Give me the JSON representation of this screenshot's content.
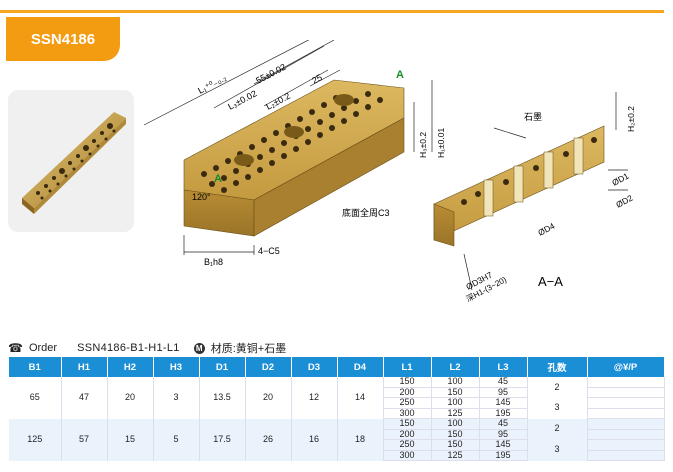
{
  "header": {
    "tab_label": "SSN4186"
  },
  "drawing": {
    "dims": {
      "l1": "L₁⁺⁰₋₀.₂",
      "l3": "L₃±0.02",
      "d55": "55±0.02",
      "l2": "L₂±0.2",
      "d25": "25",
      "a_top": "A",
      "a_left": "A",
      "h3": "H₃±0.2",
      "h1": "H₁±0.01",
      "angle": "120°",
      "b1": "B₁h8",
      "chamfer": "4−C5",
      "bottom": "底面全周C3",
      "graphite": "石墨",
      "h2": "H₂±0.2",
      "d1": "ØD1",
      "d2": "ØD2",
      "d4": "ØD4",
      "d3": "ØD3H7",
      "depth": "深H1-(3~20)",
      "section": "A−A"
    }
  },
  "order": {
    "label": "Order",
    "code": "SSN4186-B1-H1-L1",
    "material_badge": "M",
    "material": "材质:黄铜+石墨"
  },
  "table": {
    "headers": [
      "B1",
      "H1",
      "H2",
      "H3",
      "D1",
      "D2",
      "D3",
      "D4",
      "L1",
      "L2",
      "L3",
      "孔数",
      "@¥/P"
    ],
    "groups": [
      {
        "b1": "65",
        "h1": "47",
        "h2": "20",
        "h3": "3",
        "d1": "13.5",
        "d2": "20",
        "d3": "12",
        "d4": "14",
        "rows": [
          {
            "l1": "150",
            "l2": "100",
            "l3": "45"
          },
          {
            "l1": "200",
            "l2": "150",
            "l3": "95"
          },
          {
            "l1": "250",
            "l2": "100",
            "l3": "145"
          },
          {
            "l1": "300",
            "l2": "125",
            "l3": "195"
          }
        ],
        "holes": [
          "2",
          "3"
        ]
      },
      {
        "b1": "125",
        "h1": "57",
        "h2": "15",
        "h3": "5",
        "d1": "17.5",
        "d2": "26",
        "d3": "16",
        "d4": "18",
        "rows": [
          {
            "l1": "150",
            "l2": "100",
            "l3": "45"
          },
          {
            "l1": "200",
            "l2": "150",
            "l3": "95"
          },
          {
            "l1": "250",
            "l2": "150",
            "l3": "145"
          },
          {
            "l1": "300",
            "l2": "125",
            "l3": "195"
          }
        ],
        "holes": [
          "2",
          "3"
        ]
      }
    ]
  },
  "colors": {
    "accent": "#f39c12",
    "header_bg": "#1a8fd6",
    "brass": "#c9a24a"
  }
}
